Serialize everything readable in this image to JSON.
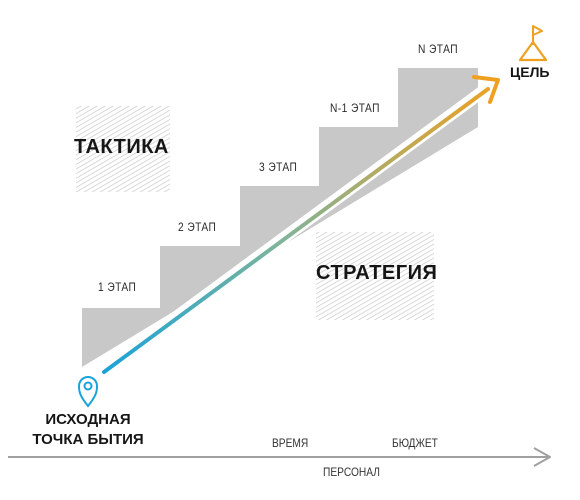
{
  "steps": [
    {
      "label": "1 ЭТАП"
    },
    {
      "label": "2 ЭТАП"
    },
    {
      "label": "3 ЭТАП"
    },
    {
      "label": "N-1 ЭТАП"
    },
    {
      "label": "N ЭТАП"
    }
  ],
  "tactics_label": "ТАКТИКА",
  "strategy_label": "СТРАТЕГИЯ",
  "goal": {
    "label": "ЦЕЛЬ",
    "icon": "flag-triangle-icon",
    "color": "#f0a020"
  },
  "origin": {
    "line1": "ИСХОДНАЯ",
    "line2": "ТОЧКА БЫТИЯ",
    "icon": "location-pin-icon",
    "color": "#1aa3d8"
  },
  "axis": {
    "time_label": "ВРЕМЯ",
    "budget_label": "БЮДЖЕТ",
    "personnel_label": "ПЕРСОНАЛ"
  },
  "colors": {
    "steps": "#c8c8c8",
    "hatch": "#c9c9c9",
    "arrow_start": "#1aa3d8",
    "arrow_end": "#f0a020",
    "axis": "#a0a0a0"
  }
}
